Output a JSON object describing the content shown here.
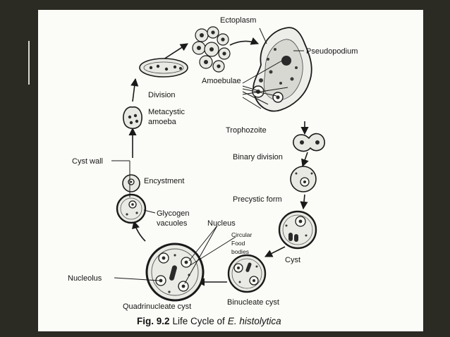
{
  "figure": {
    "caption_number": "Fig. 9.2",
    "caption_text": "Life Cycle of",
    "caption_species": "E. histolytica"
  },
  "labels": {
    "ectoplasm": "Ectoplasm",
    "pseudopodium": "Pseudopodium",
    "amoebulae": "Amoebulae",
    "division": "Division",
    "metacystic_line1": "Metacystic",
    "metacystic_line2": "amoeba",
    "trophozoite": "Trophozoite",
    "binary_division": "Binary division",
    "cyst_wall": "Cyst wall",
    "encystment": "Encystment",
    "precystic_form": "Precystic form",
    "glycogen_line1": "Glycogen",
    "glycogen_line2": "vacuoles",
    "nucleus": "Nucleus",
    "food_line1": "Circular",
    "food_line2": "Food",
    "food_line3": "bodies",
    "cyst": "Cyst",
    "nucleolus": "Nucleolus",
    "quadrinucleate_cyst": "Quadrinucleate cyst",
    "binucleate_cyst": "Binucleate cyst"
  }
}
